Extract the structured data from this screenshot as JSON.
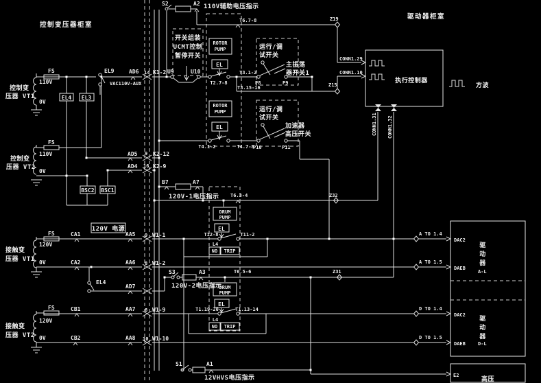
{
  "colors": {
    "background": "#000000",
    "line": "#e2e2e2",
    "text": "#efefef"
  },
  "titles": {
    "left_room": "控制变压器柜室",
    "right_room": "驱动器柜室"
  },
  "vt1_top": {
    "name1": "控制变",
    "name2": "压器 VT1",
    "fuse": "FS",
    "v110": "110V",
    "v0": "0V",
    "el4": "EL4",
    "el3": "EL3",
    "el9": "EL9",
    "wire": "AD6",
    "term": "14",
    "after": "K1-2",
    "node": "U9",
    "aux": "VAC110V-AUX"
  },
  "aux110": {
    "s": "S2",
    "a": "A2",
    "caption": "110V辅助电压指示"
  },
  "asm": {
    "l1": "开关组装",
    "l2": "UCMT控制",
    "l3": "暂停开关",
    "u10": "U10"
  },
  "pump1": {
    "n1": "ROTOR",
    "n2": "PUMP",
    "el": "EL",
    "t": "T2.7-8"
  },
  "pump2": {
    "n1": "ROTOR",
    "n2": "PUMP",
    "el": "EL",
    "tl": "T4.1-2",
    "tr": "T4.7-8"
  },
  "t3": {
    "a": "T3.1-2",
    "b": "T3.15-16"
  },
  "t6": {
    "a": "T6.7-8",
    "b": "T6.3-4",
    "c": "T6.5-6"
  },
  "sw1": {
    "r1": "运行/调",
    "r2": "试开关",
    "n1": "主振荡",
    "n2": "器开关1",
    "pl": "P8",
    "pr": "P9"
  },
  "sw2": {
    "r1": "运行/调",
    "r2": "试开关",
    "n1": "加速器",
    "n2": "高压开关",
    "pl": "P10",
    "pr": "P11"
  },
  "ctl": {
    "title": "执行控制器",
    "c29": "CONN1.29",
    "c10": "CONN1.10",
    "c31": "CONN1.31",
    "c32": "CONN1.32",
    "wave": "方波"
  },
  "nodes": {
    "z19": "Z19",
    "z15": "Z15",
    "z32": "Z32",
    "z31": "Z31"
  },
  "vt2_top": {
    "name1": "控制变",
    "name2": "压器 VT2",
    "fuse": "FS",
    "v110": "110V",
    "v0": "0V",
    "bsc2": "BSC2",
    "bsc1": "BSC1",
    "w1": "AD5",
    "t1": "9",
    "a1": "K2-12",
    "w2": "AD4",
    "t2": "16",
    "a2": "K2-9"
  },
  "ind1": {
    "b": "B7",
    "a": "A7",
    "caption": "120V-1电压指示"
  },
  "pump3": {
    "n1": "DRUM",
    "n2": "PUMP",
    "el": "EL",
    "tl": "T12-8",
    "tr": "T11-2",
    "l4": "L4",
    "no": "NO",
    "trip": "TRIP"
  },
  "psu": {
    "label": "120V  电源"
  },
  "vt1_bot": {
    "name1": "接触变",
    "name2": "压器 VT1",
    "fuse": "FS",
    "v120": "120V",
    "v0": "0V",
    "ca1": "CA1",
    "ca2": "CA2",
    "aa5": "AA5",
    "aa6": "AA6",
    "t1": "9",
    "w11": "W1-1",
    "t2": "8",
    "w12": "W1-2",
    "el4": "EL4",
    "ad7": "AD7"
  },
  "ind2": {
    "s": "S3",
    "a": "A3",
    "caption": "120V-2电压指示"
  },
  "pump4": {
    "n1": "DRUM",
    "n2": "PUMP",
    "el": "EL",
    "tl": "T1.19-20",
    "tr": "T1.13-14",
    "l4": "L4",
    "no": "NO",
    "trip": "TRIP"
  },
  "vt2_bot": {
    "name1": "接触变",
    "name2": "压器 VT2",
    "fuse": "FS",
    "v120": "120V",
    "v0": "0V",
    "cb1": "CB1",
    "cb2": "CB2",
    "aa7": "AA7",
    "aa8": "AA8",
    "t1": "8",
    "w19": "W1-9",
    "t2": "10",
    "w110": "W1-10"
  },
  "ind3": {
    "s": "S1",
    "a": "A1",
    "caption": "12VHVS电压指示"
  },
  "drv_a": {
    "to14": "A TO 1.4",
    "to15": "A TO 1.5",
    "dac": "DAC2",
    "dae": "DAEB",
    "n1": "驱",
    "n2": "动",
    "n3": "器",
    "suffix": "A-L"
  },
  "drv_d": {
    "to14": "D TO 1.4",
    "to15": "D TO 1.5",
    "dac": "DAC2",
    "dae": "DAEB",
    "n1": "驱",
    "n2": "动",
    "n3": "器",
    "suffix": "D-L"
  },
  "hv": {
    "e2": "E2",
    "label": "高压"
  }
}
